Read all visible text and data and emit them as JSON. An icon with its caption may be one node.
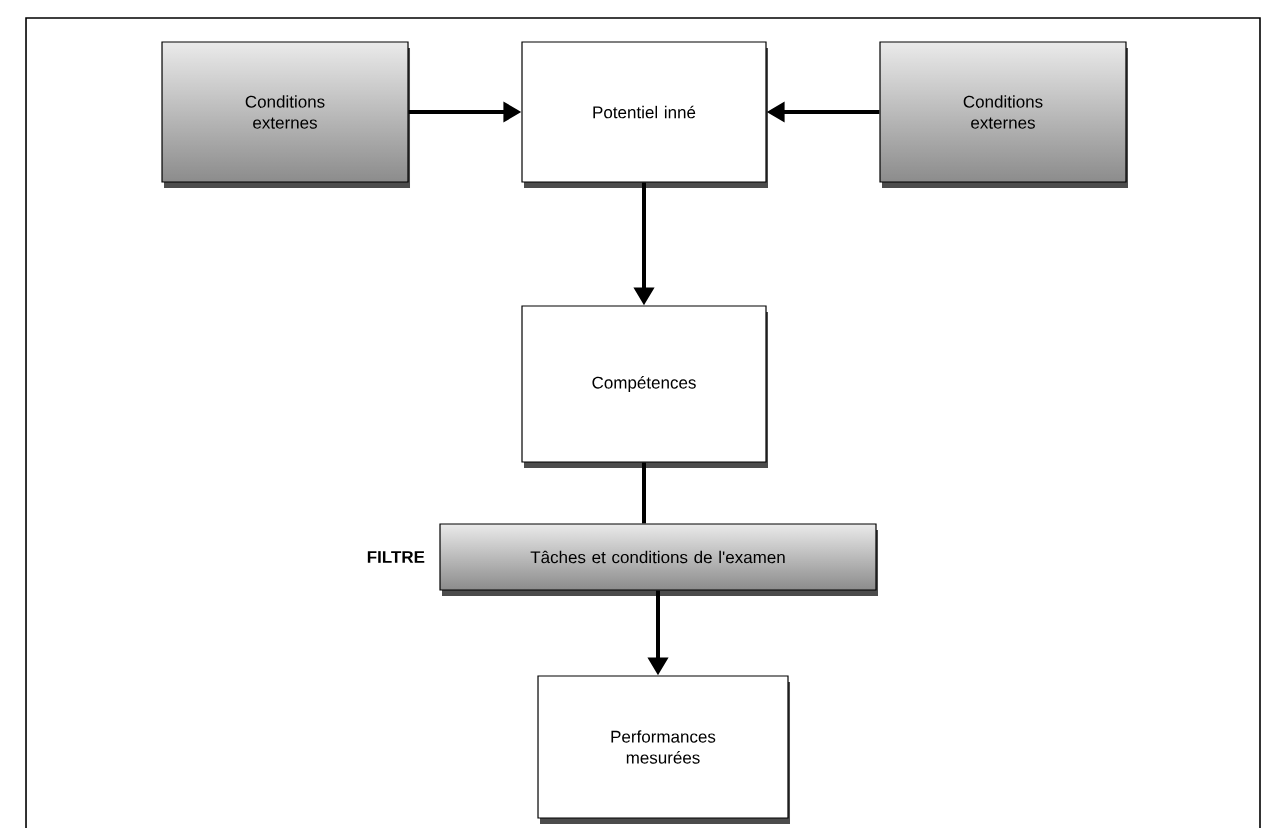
{
  "diagram": {
    "nodes": [
      {
        "text": [
          "Conditions externes"
        ]
      },
      {
        "text": [
          "Potentiel inné"
        ]
      },
      {
        "text": [
          "Conditions externes"
        ]
      },
      {
        "text": [
          "Compétences"
        ]
      },
      {
        "text": [
          "Tâches et conditions de l'examen"
        ],
        "beside": [
          "FILTRE"
        ]
      },
      {
        "text": [
          "Performances mesurées"
        ]
      }
    ],
    "edges": [
      {
        "from": 0,
        "to": 1,
        "arrow": "to"
      },
      {
        "from": 2,
        "to": 1,
        "arrow": "to"
      },
      {
        "from": 1,
        "to": 3,
        "arrow": "to"
      },
      {
        "from": 3,
        "to": 4,
        "arrow": "none"
      },
      {
        "from": 4,
        "to": 5,
        "arrow": "to"
      }
    ]
  }
}
